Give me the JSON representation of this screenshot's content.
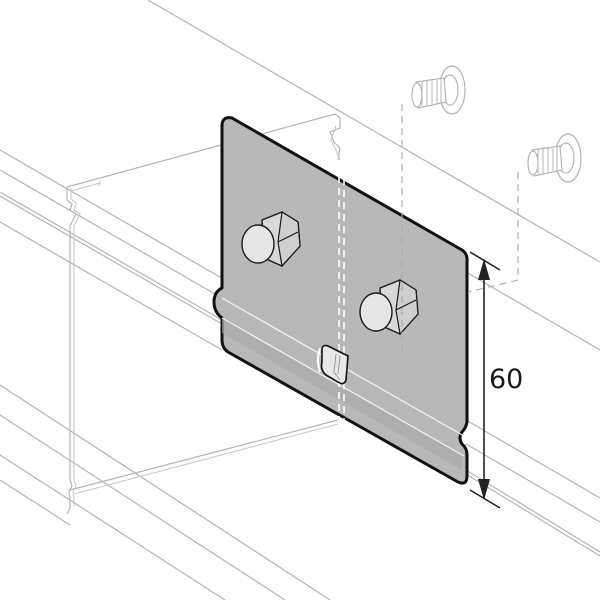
{
  "diagram": {
    "subject": "Cable trunking connector plate with two acorn (cap) nuts and two serrated-flange screws",
    "dimension": {
      "value": "60",
      "orientation": "vertical",
      "applies_to": "connector plate height"
    },
    "parts": [
      {
        "name": "cable-trunking",
        "style": "light grey outline, isometric"
      },
      {
        "name": "connector-plate",
        "style": "grey filled, black outline"
      },
      {
        "name": "acorn-nut",
        "count": 2
      },
      {
        "name": "flange-screw",
        "count": 2,
        "style": "light grey outline, exploded view with dashed leader lines"
      }
    ],
    "colors": {
      "plate_fill": "#b8b8b8",
      "plate_outline": "#111111",
      "trunking_lines": "#b4b4b4",
      "nut_fill": "#e6e6e6",
      "background": "#ffffff",
      "dimension_line": "#222222"
    }
  }
}
